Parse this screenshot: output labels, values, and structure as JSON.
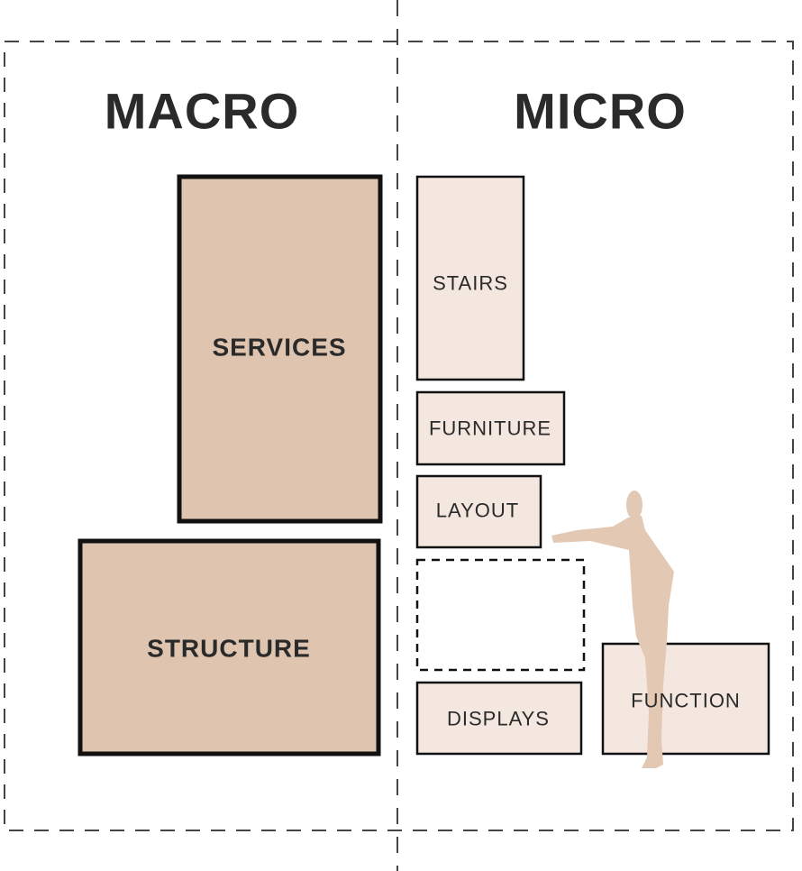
{
  "headings": {
    "macro": "MACRO",
    "micro": "MICRO"
  },
  "macro": {
    "services": "SERVICES",
    "structure": "STRUCTURE"
  },
  "micro": {
    "stairs": "STAIRS",
    "furniture": "FURNITURE",
    "layout": "LAYOUT",
    "displays": "DISPLAYS",
    "function": "FUNCTION"
  },
  "colors": {
    "macro_fill": "#dfc5b0",
    "micro_fill": "#f3e7df",
    "figure_fill": "#e3c9b4",
    "stroke": "#111111",
    "dash": "#444444"
  },
  "icons": {
    "figure": "standing-person-silhouette"
  }
}
